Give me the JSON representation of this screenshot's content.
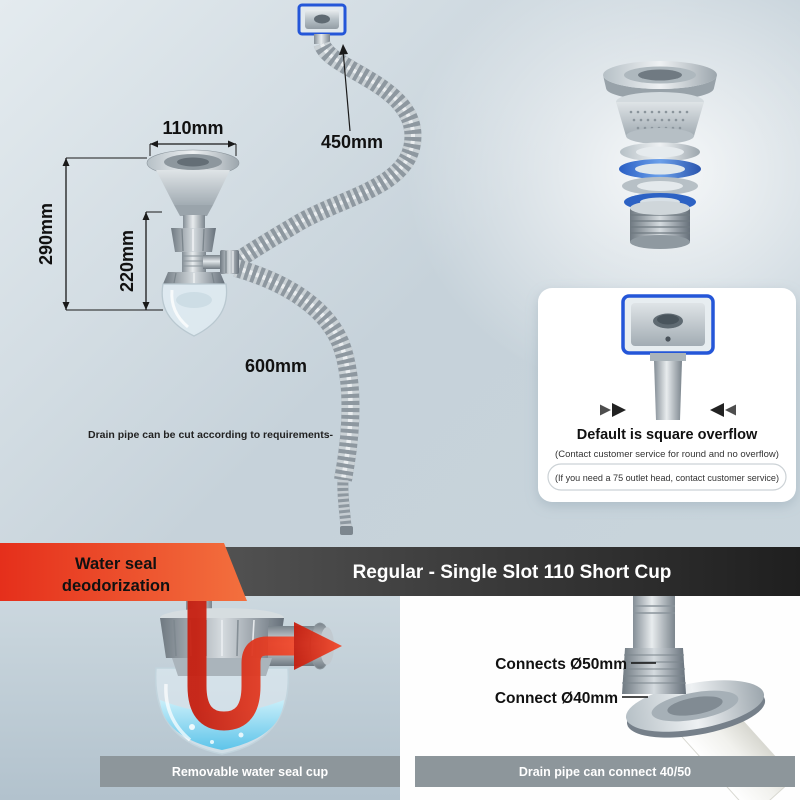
{
  "colors": {
    "accent_red": "#e5301e",
    "banner_dark": "#2b2b2b",
    "caption_gray": "#8d969b",
    "highlight_blue": "#2456d8",
    "water_blue": "#58c4ea"
  },
  "diagram": {
    "dim_top_width": "110mm",
    "dim_height_total": "290mm",
    "dim_height_cup": "220mm",
    "dim_overflow_pipe": "450mm",
    "dim_drain_pipe": "600mm",
    "cut_note": "Drain pipe can be cut according to requirements-"
  },
  "overflow_panel": {
    "title": "Default is square overflow",
    "note1": "(Contact customer service for round and no overflow)",
    "note2": "(If you need a 75 outlet head, contact customer service)"
  },
  "banner": {
    "badge_line1": "Water seal",
    "badge_line2": "deodorization",
    "title": "Regular - Single Slot 110 Short Cup"
  },
  "water_seal": {
    "caption": "Removable water seal cup"
  },
  "drain_connect": {
    "label_50": "Connects Ø50mm",
    "label_40": "Connect Ø40mm",
    "caption": "Drain pipe can connect 40/50"
  }
}
